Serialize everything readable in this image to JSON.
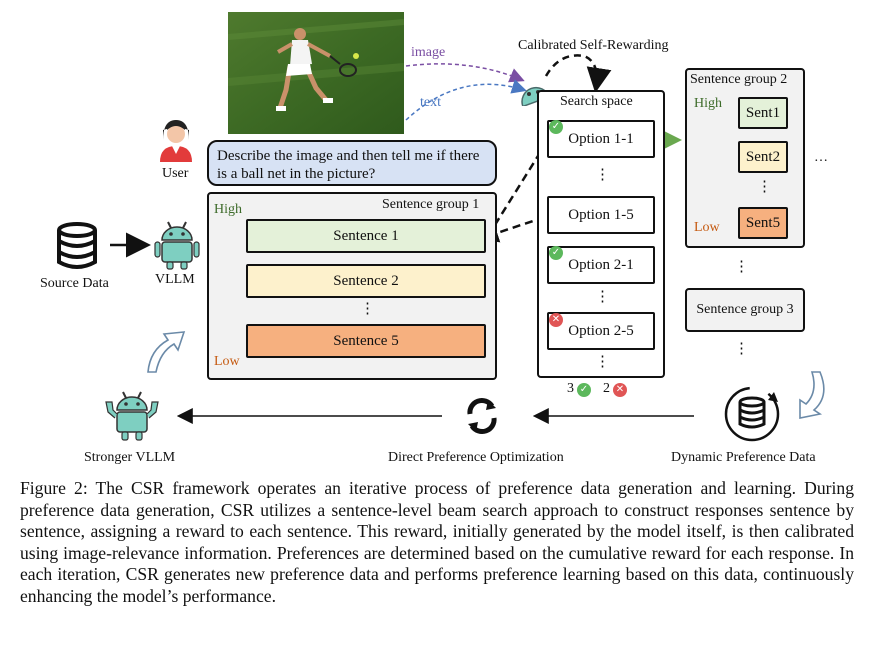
{
  "figure": {
    "calibrated_label": "Calibrated Self-Rewarding",
    "image_arrow_label": "image",
    "text_arrow_label": "text",
    "user_label": "User",
    "question": "Describe the image and then tell me if there is a ball net in the picture?",
    "source_data_label": "Source Data",
    "vllm_label": "VLLM",
    "stronger_vllm_label": "Stronger VLLM",
    "dpo_label": "Direct Preference Optimization",
    "dynamic_label": "Dynamic Preference Data",
    "group1": {
      "title": "Sentence group 1",
      "high": "High",
      "low": "Low",
      "sentences": [
        "Sentence 1",
        "Sentence 2",
        "Sentence 5"
      ],
      "dots": "⋮"
    },
    "search_space": {
      "title": "Search space",
      "options": [
        "Option 1-1",
        "Option 1-5",
        "Option 2-1",
        "Option 2-5"
      ],
      "dots": "⋮",
      "count_good": "3",
      "count_bad": "2"
    },
    "group2": {
      "title": "Sentence group 2",
      "high": "High",
      "low": "Low",
      "sents": [
        "Sent1",
        "Sent2",
        "Sent5"
      ],
      "dots": "⋮",
      "ellipsis": "…"
    },
    "group3": {
      "title": "Sentence group 3"
    },
    "colors": {
      "sentence1": "#e4f1d9",
      "sentence2": "#fdf1cc",
      "sentence5": "#f6b07f",
      "question_bg": "#d7e2f4",
      "group_bg": "#f2f2f2",
      "high": "#3d6b2a",
      "low": "#c55a11",
      "check": "#5cb85c",
      "cross": "#e05555",
      "image_arrow": "#7a4ea3",
      "text_arrow": "#4a78c2",
      "robot": "#7ecfc1"
    }
  },
  "caption": "Figure 2: The CSR framework operates an iterative process of preference data generation and learning. During preference data generation, CSR utilizes a sentence-level beam search approach to construct responses sentence by sentence, assigning a reward to each sentence. This reward, initially generated by the model itself, is then calibrated using image-relevance information. Preferences are determined based on the cumulative reward for each response. In each iteration, CSR generates new preference data and performs preference learning based on this data, continuously enhancing the model’s performance."
}
